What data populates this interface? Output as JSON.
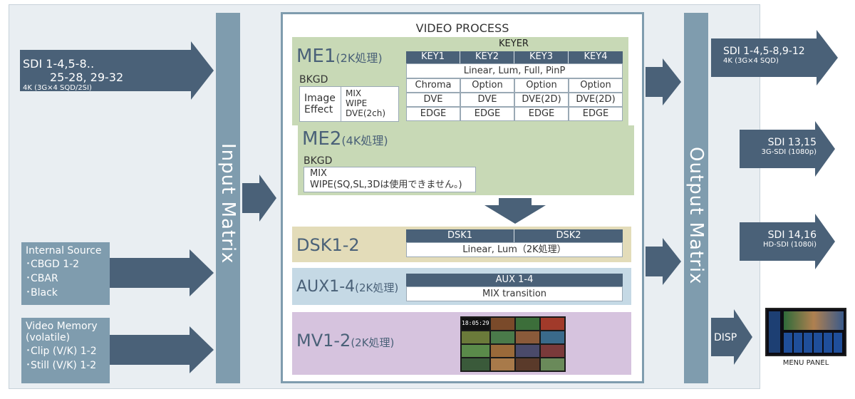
{
  "inputs": {
    "sdi": {
      "line1": "SDI 1-4,5-8‥",
      "line2": "25-28, 29-32",
      "line3": "4K (3G×4 SQD/2SI)"
    },
    "internal": {
      "title": "Internal Source",
      "items": [
        "･CBGD 1-2",
        "･CBAR",
        "･Black"
      ]
    },
    "memory": {
      "title": "Video Memory",
      "subtitle": "(volatile)",
      "items": [
        "･Clip (V/K) 1-2",
        "･Still (V/K) 1-2"
      ]
    }
  },
  "input_matrix": "Input Matrix",
  "output_matrix": "Output Matrix",
  "video_process": {
    "title": "VIDEO PROCESS",
    "me1": {
      "name": "ME1",
      "suffix": "(2K処理)",
      "bkgd": "BKGD",
      "image_effect": [
        "Image",
        "Effect"
      ],
      "bkgd_items": [
        "MIX",
        "WIPE",
        "DVE(2ch)"
      ],
      "keyer_title": "KEYER",
      "keys": [
        "KEY1",
        "KEY2",
        "KEY3",
        "KEY4"
      ],
      "key_modes": "Linear, Lum, Full, PinP",
      "row1": [
        "Chroma",
        "Option",
        "Option",
        "Option"
      ],
      "row2": [
        "DVE",
        "DVE",
        "DVE(2D)",
        "DVE(2D)"
      ],
      "row3": [
        "EDGE",
        "EDGE",
        "EDGE",
        "EDGE"
      ]
    },
    "me2": {
      "name": "ME2",
      "suffix": "(4K処理)",
      "bkgd": "BKGD",
      "items": [
        "MIX",
        "WIPE(SQ,SL,3Dは使用できません。)"
      ]
    },
    "dsk": {
      "name": "DSK1-2",
      "cols": [
        "DSK1",
        "DSK2"
      ],
      "modes": "Linear, Lum（2K処理）"
    },
    "aux": {
      "name": "AUX1-4",
      "suffix": "(2K処理)",
      "header": "AUX 1-4",
      "desc": "MIX transition"
    },
    "mv": {
      "name": "MV1-2",
      "suffix": "(2K処理)",
      "clock": "18:05:29"
    }
  },
  "outputs": {
    "out1": {
      "line1": "SDI 1-4,5-8,9-12",
      "line2": "4K (3G×4 SQD)"
    },
    "out2": {
      "line1": "SDI 13,15",
      "line2": "3G-SDI (1080p)"
    },
    "out3": {
      "line1": "SDI 14,16",
      "line2": "HD-SDI (1080i)"
    },
    "disp": "DISP",
    "menu_panel": "MENU PANEL"
  },
  "colors": {
    "dark_arrow": "#4a6178",
    "matrix": "#7f9cae",
    "me_green": "#c8d9b6",
    "dsk_tan": "#e3dcb9",
    "aux_blue": "#c5d9e5",
    "mv_purple": "#d6c3de"
  }
}
